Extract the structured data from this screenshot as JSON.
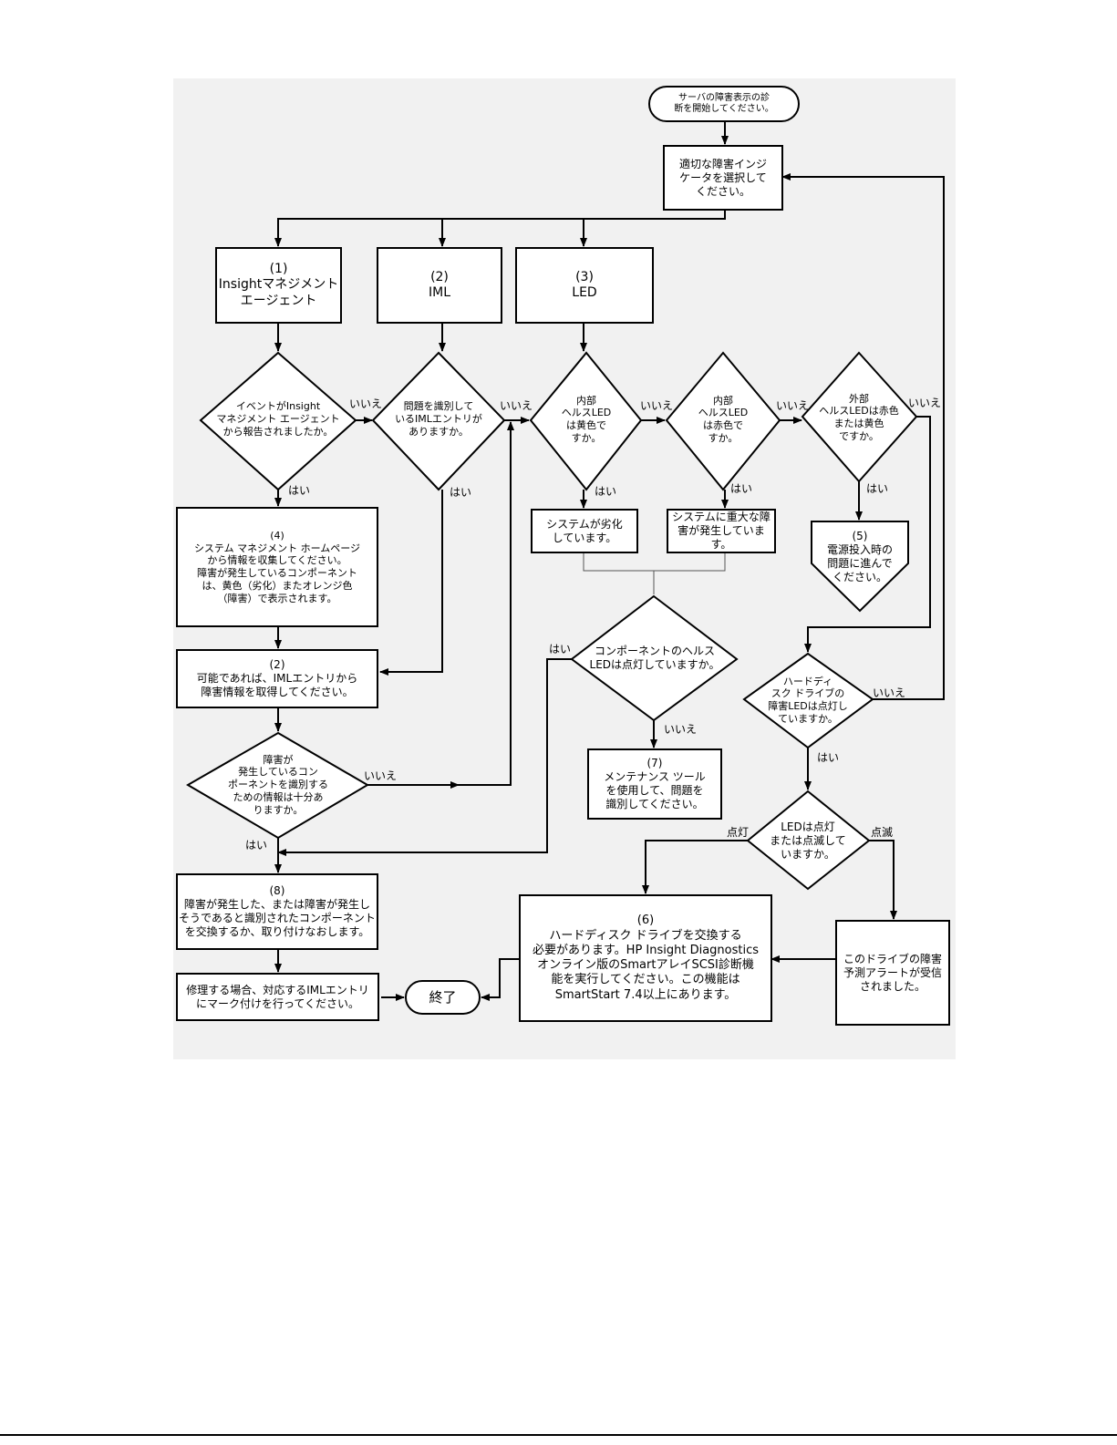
{
  "nodes": {
    "start": "サーバの障害表示の診\n断を開始してください。",
    "select": "適切な障害インジ\nケータを選択して\nください。",
    "n1": "(1)\nInsightマネジメント\nエージェント",
    "n2": "(2)\nIML",
    "n3": "(3)\nLED",
    "d_event": "イベントがInsight\nマネジメント エージェント\nから報告されましたか。",
    "d_iml": "問題を識別して\nいるIMLエントリが\nありますか。",
    "d_amber": "内部\nヘルスLED\nは黄色で\nすか。",
    "d_red": "内部\nヘルスLED\nは赤色で\nすか。",
    "d_ext": "外部\nヘルスLEDは赤色\nまたは黄色\nですか。",
    "n4": "(4)\nシステム マネジメント ホームページ\nから情報を収集してください。\n障害が発生しているコンポーネント\nは、黄色（劣化）またオレンジ色\n（障害）で表示されます。",
    "degraded": "システムが劣化\nしています。",
    "critical": "システムに重大な障\n害が発生しています。",
    "n5": "(5)\n電源投入時の\n問題に進んで\nください。",
    "d_comp": "コンポーネントのヘルス\nLEDは点灯していますか。",
    "n2b": "(2)\n可能であれば、IMLエントリから\n障害情報を取得してください。",
    "d_hdd": "ハードディ\nスク ドライブの\n障害LEDは点灯し\nていますか。",
    "d_info": "障害が\n発生しているコン\nポーネントを識別する\nための情報は十分あ\nりますか。",
    "n7": "(7)\nメンテナンス ツール\nを使用して、問題を\n識別してください。",
    "d_led": "LEDは点灯\nまたは点滅して\nいますか。",
    "n8": "(8)\n障害が発生した、または障害が発生し\nそうであると識別されたコンポーネント\nを交換するか、取り付けなおします。",
    "n6": "(6)\nハードディスク ドライブを交換する\n必要があります。HP Insight Diagnostics\nオンライン版のSmartアレイSCSI診断機\n能を実行してください。この機能は\nSmartStart 7.4以上にあります。",
    "predict": "このドライブの障害\n予測アラートが受信\nされました。",
    "mark": "修理する場合、対応するIMLエントリ\nにマーク付けを行ってください。",
    "end": "終了"
  },
  "edge_labels": {
    "no": "いいえ",
    "yes": "はい",
    "lit": "点灯",
    "blink": "点滅"
  }
}
